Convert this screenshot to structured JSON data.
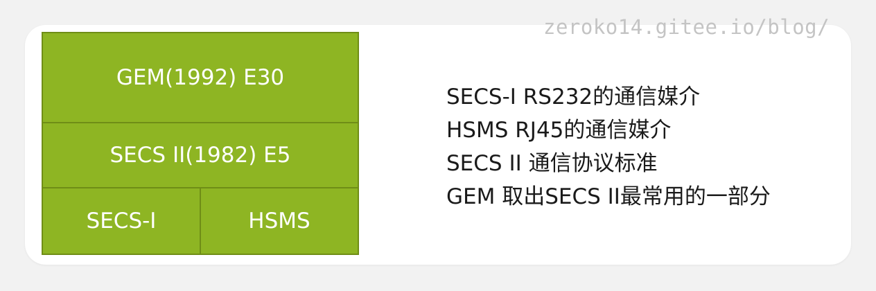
{
  "watermark": "zeroko14.gitee.io/blog/",
  "stack": {
    "gem": "GEM(1992) E30",
    "secs2": "SECS II(1982) E5",
    "secs1": "SECS-I",
    "hsms": "HSMS"
  },
  "notes": [
    "SECS-I RS232的通信媒介",
    "HSMS RJ45的通信媒介",
    "SECS II  通信协议标准",
    "GEM  取出SECS II最常用的一部分"
  ],
  "colors": {
    "layer_fill": "#8eb523",
    "layer_border": "#6f8d16",
    "layer_text": "#ffffff"
  }
}
